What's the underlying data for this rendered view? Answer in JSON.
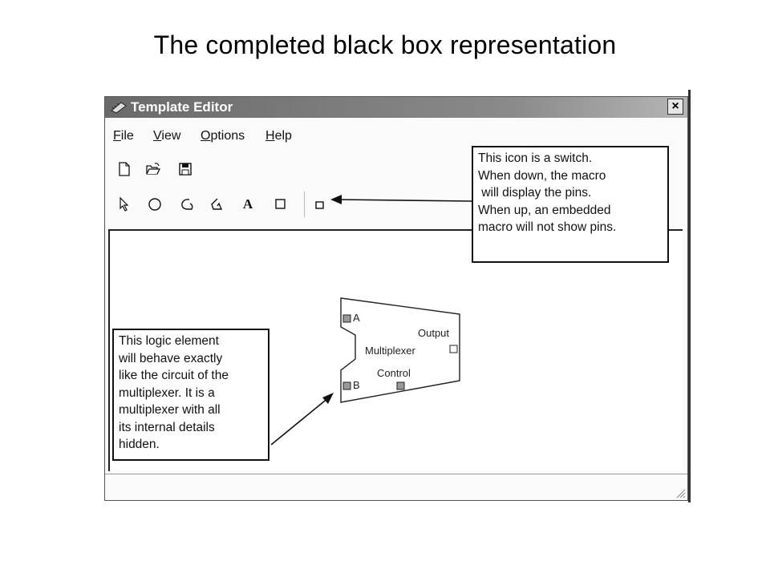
{
  "slide": {
    "title": "The completed black box representation"
  },
  "window": {
    "title": "Template Editor",
    "close_label": "×"
  },
  "menu": [
    {
      "label": "File",
      "underline": "F",
      "rest": "ile"
    },
    {
      "label": "View",
      "underline": "V",
      "rest": "iew"
    },
    {
      "label": "Options",
      "underline": "O",
      "rest": "ptions"
    },
    {
      "label": "Help",
      "underline": "H",
      "rest": "elp"
    }
  ],
  "toolbar_file": [
    "new-file-icon",
    "open-folder-icon",
    "save-disk-icon"
  ],
  "toolbar_draw": [
    "pointer-icon",
    "circle-icon",
    "polyline-icon",
    "freeform-icon",
    "text-icon",
    "rectangle-icon",
    "pin-switch-icon"
  ],
  "toolbar_text": {
    "text_tool": "A"
  },
  "block": {
    "name": "Multiplexer",
    "pins": {
      "a": "A",
      "b": "B",
      "output": "Output",
      "control": "Control"
    }
  },
  "callouts": {
    "switch": [
      "This icon is a switch.",
      "When down, the macro",
      " will display the pins.",
      "When up, an embedded",
      "macro will not show pins."
    ],
    "logic": [
      "This logic element",
      "will behave exactly",
      "like the circuit of the",
      "multiplexer. It is a",
      "multiplexer with all",
      "its internal details",
      "hidden."
    ]
  }
}
